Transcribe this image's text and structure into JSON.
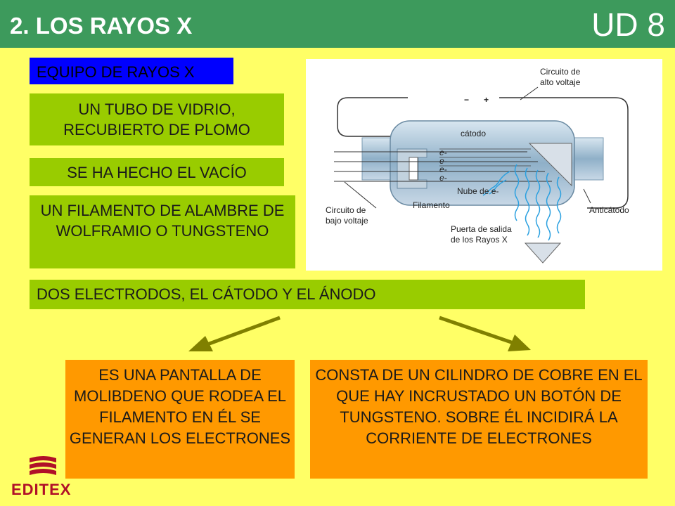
{
  "header": {
    "title": "2. LOS RAYOS X",
    "unit": "UD 8"
  },
  "equipo_label": "EQUIPO DE RAYOS X",
  "components": [
    "UN TUBO DE VIDRIO, RECUBIERTO DE PLOMO",
    "SE HA HECHO EL VACÍO",
    "UN FILAMENTO DE ALAMBRE DE WOLFRAMIO O TUNGSTENO",
    "DOS ELECTRODOS, EL CÁTODO Y EL ÁNODO"
  ],
  "descriptions": {
    "catodo": "ES UNA PANTALLA DE MOLIBDENO QUE RODEA EL FILAMENTO EN ÉL SE GENERAN LOS ELECTRONES",
    "anodo": "CONSTA DE UN CILINDRO DE COBRE EN EL QUE HAY INCRUSTADO UN BOTÓN DE TUNGSTENO. SOBRE ÉL INCIDIRÁ LA CORRIENTE DE ELECTRONES"
  },
  "diagram": {
    "high_voltage": "Circuito de alto voltaje",
    "high_voltage_l1": "Circuito de",
    "high_voltage_l2": "alto voltaje",
    "minus": "−",
    "plus": "+",
    "cathode": "cátodo",
    "electron": "e-",
    "electron_cloud": "Nube de e-",
    "filament": "Filamento",
    "low_voltage_l1": "Circuito de",
    "low_voltage_l2": "bajo voltaje",
    "anticathode": "Anticátodo",
    "exit_l1": "Puerta de salida",
    "exit_l2": "de los Rayos X"
  },
  "logo": {
    "text": "EDITEX"
  },
  "colors": {
    "header": "#3d9a5c",
    "background": "#ffff66",
    "green_box": "#99cc00",
    "orange_box": "#ff9900",
    "blue_box": "#0000ff",
    "arrow": "#808000"
  }
}
